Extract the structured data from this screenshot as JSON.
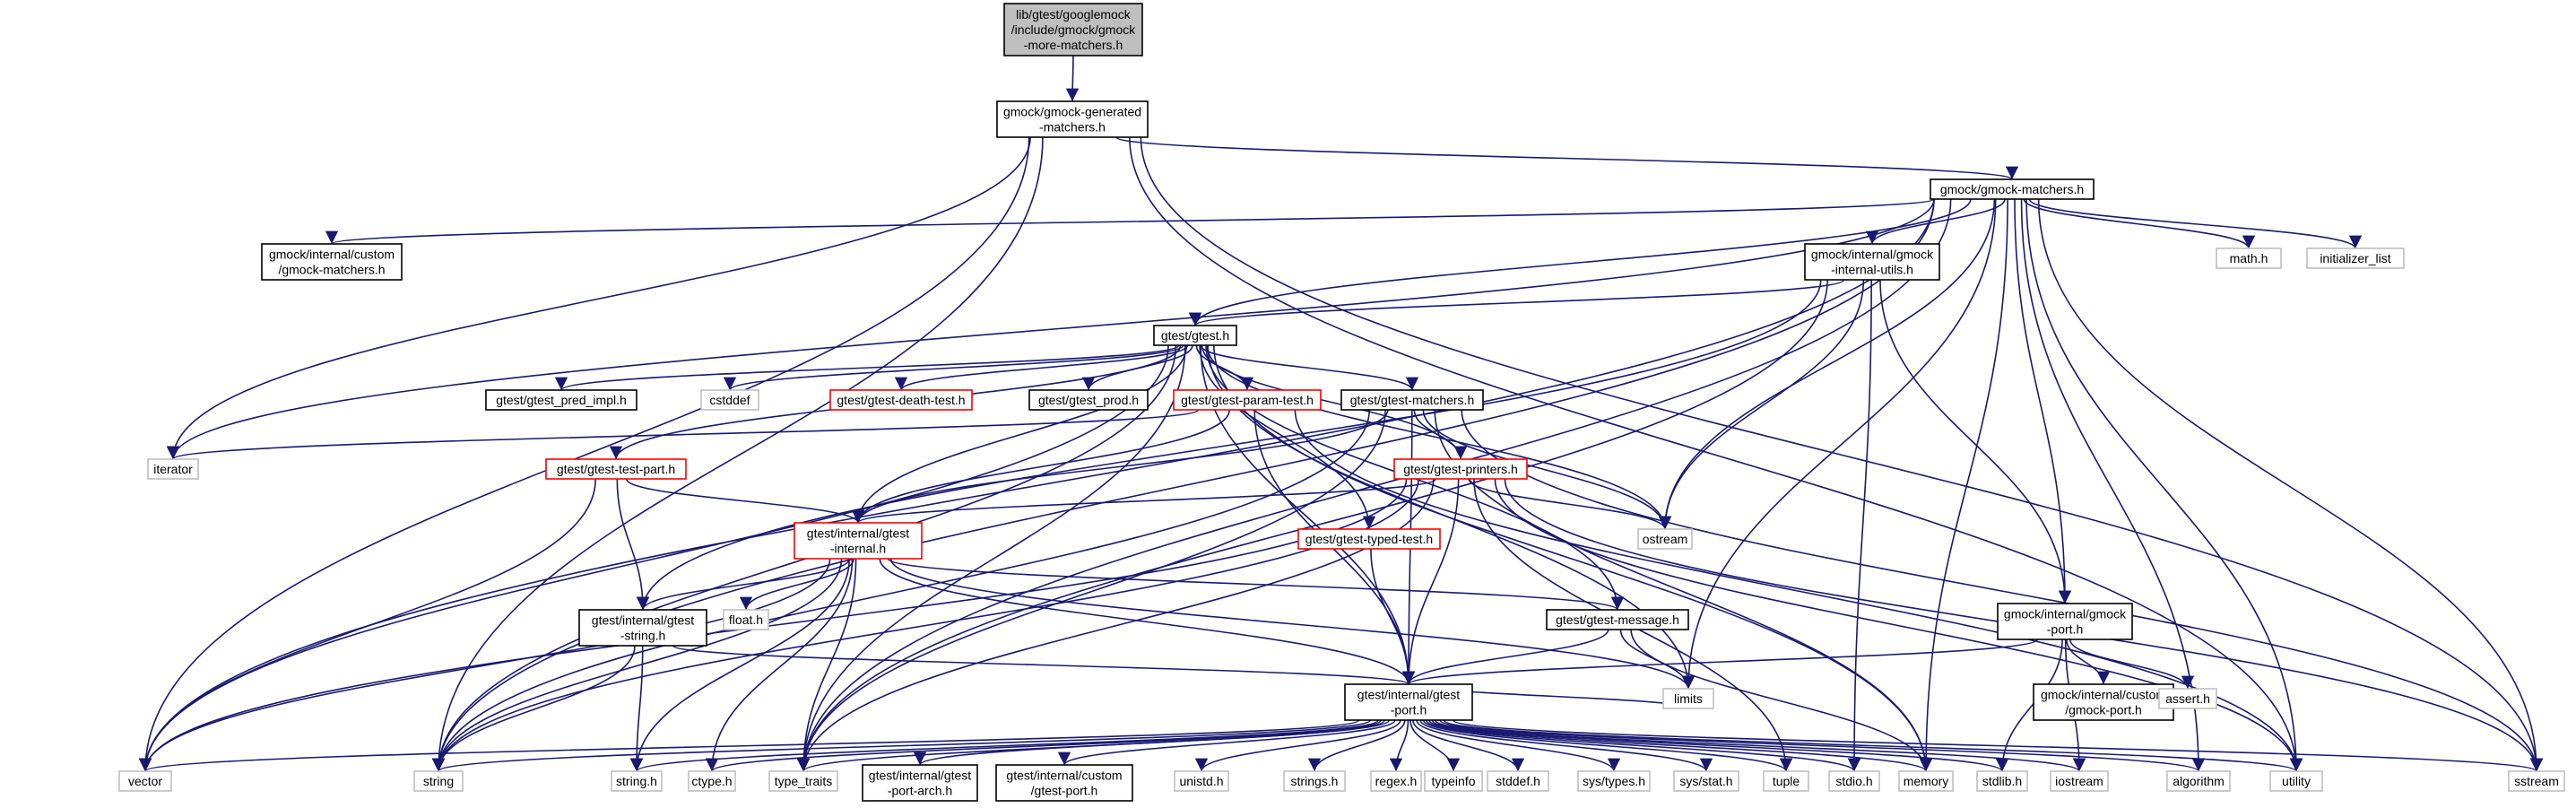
{
  "colors": {
    "edge": "#191970",
    "border_normal": "#000000",
    "border_truncated": "#ff0000",
    "border_external": "#bfbfbf",
    "fill_root": "#bfbfbf",
    "fill_default": "#ffffff"
  },
  "nodes": [
    {
      "id": "root",
      "lines": [
        "lib/gtest/googlemock",
        "/include/gmock/gmock",
        "-more-matchers.h"
      ],
      "kind": "root"
    },
    {
      "id": "gen",
      "lines": [
        "gmock/gmock-generated",
        "-matchers.h"
      ],
      "kind": "normal"
    },
    {
      "id": "gm",
      "lines": [
        "gmock/gmock-matchers.h"
      ],
      "kind": "normal"
    },
    {
      "id": "cmatch",
      "lines": [
        "gmock/internal/custom",
        "/gmock-matchers.h"
      ],
      "kind": "normal"
    },
    {
      "id": "giu",
      "lines": [
        "gmock/internal/gmock",
        "-internal-utils.h"
      ],
      "kind": "normal"
    },
    {
      "id": "math",
      "lines": [
        "math.h"
      ],
      "kind": "external"
    },
    {
      "id": "initl",
      "lines": [
        "initializer_list"
      ],
      "kind": "external"
    },
    {
      "id": "gtest",
      "lines": [
        "gtest/gtest.h"
      ],
      "kind": "normal"
    },
    {
      "id": "pred",
      "lines": [
        "gtest/gtest_pred_impl.h"
      ],
      "kind": "normal"
    },
    {
      "id": "cstddef",
      "lines": [
        "cstddef"
      ],
      "kind": "external"
    },
    {
      "id": "death",
      "lines": [
        "gtest/gtest-death-test.h"
      ],
      "kind": "truncated"
    },
    {
      "id": "prod",
      "lines": [
        "gtest/gtest_prod.h"
      ],
      "kind": "normal"
    },
    {
      "id": "param",
      "lines": [
        "gtest/gtest-param-test.h"
      ],
      "kind": "truncated"
    },
    {
      "id": "gtm",
      "lines": [
        "gtest/gtest-matchers.h"
      ],
      "kind": "normal"
    },
    {
      "id": "iter",
      "lines": [
        "iterator"
      ],
      "kind": "external"
    },
    {
      "id": "tpart",
      "lines": [
        "gtest/gtest-test-part.h"
      ],
      "kind": "truncated"
    },
    {
      "id": "printers",
      "lines": [
        "gtest/gtest-printers.h"
      ],
      "kind": "truncated"
    },
    {
      "id": "ostream",
      "lines": [
        "ostream"
      ],
      "kind": "external"
    },
    {
      "id": "typed",
      "lines": [
        "gtest/gtest-typed-test.h"
      ],
      "kind": "truncated"
    },
    {
      "id": "gint",
      "lines": [
        "gtest/internal/gtest",
        "-internal.h"
      ],
      "kind": "truncated"
    },
    {
      "id": "float",
      "lines": [
        "float.h"
      ],
      "kind": "external"
    },
    {
      "id": "gstr",
      "lines": [
        "gtest/internal/gtest",
        "-string.h"
      ],
      "kind": "normal"
    },
    {
      "id": "msg",
      "lines": [
        "gtest/gtest-message.h"
      ],
      "kind": "normal"
    },
    {
      "id": "gmport",
      "lines": [
        "gmock/internal/gmock",
        "-port.h"
      ],
      "kind": "normal"
    },
    {
      "id": "cgport",
      "lines": [
        "gmock/internal/custom",
        "/gmock-port.h"
      ],
      "kind": "normal"
    },
    {
      "id": "assert",
      "lines": [
        "assert.h"
      ],
      "kind": "external"
    },
    {
      "id": "limits",
      "lines": [
        "limits"
      ],
      "kind": "external"
    },
    {
      "id": "gport",
      "lines": [
        "gtest/internal/gtest",
        "-port.h"
      ],
      "kind": "normal"
    },
    {
      "id": "vector",
      "lines": [
        "vector"
      ],
      "kind": "external"
    },
    {
      "id": "string",
      "lines": [
        "string"
      ],
      "kind": "external"
    },
    {
      "id": "stringh",
      "lines": [
        "string.h"
      ],
      "kind": "external"
    },
    {
      "id": "ctype",
      "lines": [
        "ctype.h"
      ],
      "kind": "external"
    },
    {
      "id": "tt",
      "lines": [
        "type_traits"
      ],
      "kind": "external"
    },
    {
      "id": "arch",
      "lines": [
        "gtest/internal/gtest",
        "-port-arch.h"
      ],
      "kind": "normal"
    },
    {
      "id": "cgtport",
      "lines": [
        "gtest/internal/custom",
        "/gtest-port.h"
      ],
      "kind": "normal"
    },
    {
      "id": "unistd",
      "lines": [
        "unistd.h"
      ],
      "kind": "external"
    },
    {
      "id": "strings",
      "lines": [
        "strings.h"
      ],
      "kind": "external"
    },
    {
      "id": "regex",
      "lines": [
        "regex.h"
      ],
      "kind": "external"
    },
    {
      "id": "typeinfo",
      "lines": [
        "typeinfo"
      ],
      "kind": "external"
    },
    {
      "id": "stddef",
      "lines": [
        "stddef.h"
      ],
      "kind": "external"
    },
    {
      "id": "systypes",
      "lines": [
        "sys/types.h"
      ],
      "kind": "external"
    },
    {
      "id": "sysstat",
      "lines": [
        "sys/stat.h"
      ],
      "kind": "external"
    },
    {
      "id": "tuple",
      "lines": [
        "tuple"
      ],
      "kind": "external"
    },
    {
      "id": "stdio",
      "lines": [
        "stdio.h"
      ],
      "kind": "external"
    },
    {
      "id": "memory",
      "lines": [
        "memory"
      ],
      "kind": "external"
    },
    {
      "id": "stdlib",
      "lines": [
        "stdlib.h"
      ],
      "kind": "external"
    },
    {
      "id": "iostream",
      "lines": [
        "iostream"
      ],
      "kind": "external"
    },
    {
      "id": "algorithm",
      "lines": [
        "algorithm"
      ],
      "kind": "external"
    },
    {
      "id": "utility",
      "lines": [
        "utility"
      ],
      "kind": "external"
    },
    {
      "id": "sstream",
      "lines": [
        "sstream"
      ],
      "kind": "external"
    }
  ],
  "edges": [
    [
      "root",
      "gen"
    ],
    [
      "gen",
      "gm"
    ],
    [
      "gen",
      "iter"
    ],
    [
      "gen",
      "string"
    ],
    [
      "gen",
      "vector"
    ],
    [
      "gen",
      "utility"
    ],
    [
      "gen",
      "sstream"
    ],
    [
      "gm",
      "cmatch"
    ],
    [
      "gm",
      "giu"
    ],
    [
      "gm",
      "math"
    ],
    [
      "gm",
      "initl"
    ],
    [
      "gm",
      "gtest"
    ],
    [
      "gm",
      "gmport"
    ],
    [
      "gm",
      "iter"
    ],
    [
      "gm",
      "vector"
    ],
    [
      "gm",
      "string"
    ],
    [
      "gm",
      "ostream"
    ],
    [
      "gm",
      "limits"
    ],
    [
      "gm",
      "memory"
    ],
    [
      "gm",
      "algorithm"
    ],
    [
      "gm",
      "utility"
    ],
    [
      "gm",
      "sstream"
    ],
    [
      "gm",
      "tt"
    ],
    [
      "giu",
      "gtest"
    ],
    [
      "giu",
      "gmport"
    ],
    [
      "giu",
      "ostream"
    ],
    [
      "giu",
      "stdio"
    ],
    [
      "giu",
      "tt"
    ],
    [
      "giu",
      "gstr"
    ],
    [
      "gtest",
      "pred"
    ],
    [
      "gtest",
      "cstddef"
    ],
    [
      "gtest",
      "death"
    ],
    [
      "gtest",
      "prod"
    ],
    [
      "gtest",
      "param"
    ],
    [
      "gtest",
      "gtm"
    ],
    [
      "gtest",
      "tpart"
    ],
    [
      "gtest",
      "printers"
    ],
    [
      "gtest",
      "typed"
    ],
    [
      "gtest",
      "msg"
    ],
    [
      "gtest",
      "gint"
    ],
    [
      "gtest",
      "vector"
    ],
    [
      "gtest",
      "ostream"
    ],
    [
      "gtest",
      "limits"
    ],
    [
      "gtest",
      "memory"
    ],
    [
      "gtest",
      "tt"
    ],
    [
      "gtest",
      "gport"
    ],
    [
      "gtest",
      "string"
    ],
    [
      "param",
      "iter"
    ],
    [
      "param",
      "gint"
    ],
    [
      "param",
      "utility"
    ],
    [
      "param",
      "gport"
    ],
    [
      "gtm",
      "printers"
    ],
    [
      "gtm",
      "gint"
    ],
    [
      "gtm",
      "gport"
    ],
    [
      "gtm",
      "ostream"
    ],
    [
      "gtm",
      "memory"
    ],
    [
      "gtm",
      "sstream"
    ],
    [
      "gtm",
      "string"
    ],
    [
      "gtm",
      "tt"
    ],
    [
      "tpart",
      "gint"
    ],
    [
      "tpart",
      "gstr"
    ],
    [
      "tpart",
      "vector"
    ],
    [
      "printers",
      "gint"
    ],
    [
      "printers",
      "gport"
    ],
    [
      "printers",
      "ostream"
    ],
    [
      "printers",
      "vector"
    ],
    [
      "printers",
      "string"
    ],
    [
      "printers",
      "utility"
    ],
    [
      "printers",
      "tuple"
    ],
    [
      "printers",
      "tt"
    ],
    [
      "printers",
      "sstream"
    ],
    [
      "typed",
      "gport"
    ],
    [
      "gint",
      "gport"
    ],
    [
      "gint",
      "gstr"
    ],
    [
      "gint",
      "float"
    ],
    [
      "gint",
      "msg"
    ],
    [
      "gint",
      "vector"
    ],
    [
      "gint",
      "string"
    ],
    [
      "gint",
      "ctype"
    ],
    [
      "gint",
      "tt"
    ],
    [
      "gint",
      "limits"
    ],
    [
      "gint",
      "stringh"
    ],
    [
      "gstr",
      "gport"
    ],
    [
      "gstr",
      "stringh"
    ],
    [
      "gstr",
      "string"
    ],
    [
      "msg",
      "gport"
    ],
    [
      "msg",
      "limits"
    ],
    [
      "msg",
      "memory"
    ],
    [
      "gmport",
      "gport"
    ],
    [
      "gmport",
      "cgport"
    ],
    [
      "gmport",
      "assert"
    ],
    [
      "gmport",
      "stdlib"
    ],
    [
      "gmport",
      "iostream"
    ],
    [
      "gport",
      "vector"
    ],
    [
      "gport",
      "string"
    ],
    [
      "gport",
      "stringh"
    ],
    [
      "gport",
      "ctype"
    ],
    [
      "gport",
      "tt"
    ],
    [
      "gport",
      "arch"
    ],
    [
      "gport",
      "cgtport"
    ],
    [
      "gport",
      "unistd"
    ],
    [
      "gport",
      "strings"
    ],
    [
      "gport",
      "regex"
    ],
    [
      "gport",
      "typeinfo"
    ],
    [
      "gport",
      "stddef"
    ],
    [
      "gport",
      "systypes"
    ],
    [
      "gport",
      "sysstat"
    ],
    [
      "gport",
      "tuple"
    ],
    [
      "gport",
      "stdio"
    ],
    [
      "gport",
      "memory"
    ],
    [
      "gport",
      "stdlib"
    ],
    [
      "gport",
      "iostream"
    ],
    [
      "gport",
      "algorithm"
    ],
    [
      "gport",
      "utility"
    ],
    [
      "gport",
      "sstream"
    ],
    [
      "gport",
      "limits"
    ]
  ]
}
